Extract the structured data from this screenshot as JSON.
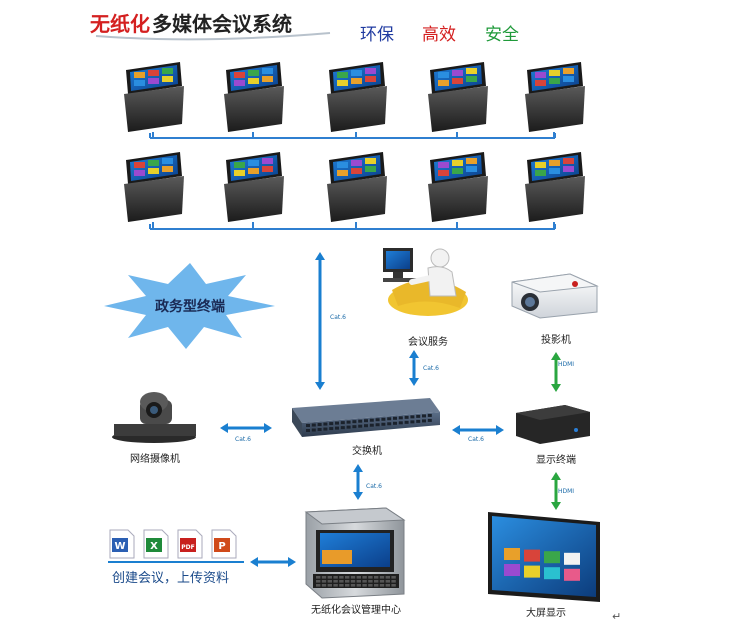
{
  "title": {
    "part1": "无纸化",
    "part2": "多媒体会议系统"
  },
  "tags": [
    {
      "text": "环保",
      "color": "#1f9a3a"
    },
    {
      "text": "高效",
      "color": "#1f3aa0"
    },
    {
      "text": "安全",
      "color": "#d42020"
    }
  ],
  "starburst": {
    "text": "政务型终端"
  },
  "nodes": {
    "service": "会议服务",
    "projector": "投影机",
    "camera": "网络摄像机",
    "switch": "交换机",
    "display_terminal": "显示终端",
    "management_center": "无纸化会议管理中心",
    "big_screen": "大屏显示",
    "upload": "创建会议，上传资料"
  },
  "links": {
    "cat1": "Cat.6",
    "cat2": "Cat.6",
    "cat3": "Cat.6",
    "cat4": "Cat.6",
    "cat5": "Cat.6",
    "hdmi1": "HDMI",
    "hdmi2": "HDMI"
  },
  "file_icons": [
    {
      "letter": "W",
      "color": "#2b5fb3",
      "name": "word-icon"
    },
    {
      "letter": "X",
      "color": "#1f8a3a",
      "name": "excel-icon"
    },
    {
      "letter": "PDF",
      "color": "#c8201e",
      "name": "pdf-icon"
    },
    {
      "letter": "P",
      "color": "#d04a1a",
      "name": "powerpoint-icon"
    }
  ],
  "colors": {
    "arrow": "#1a7fd0",
    "hdmi_arrow": "#2aa640",
    "bus": "#2f7fd0",
    "title_red": "#d42020"
  },
  "footer_mark": "↵"
}
